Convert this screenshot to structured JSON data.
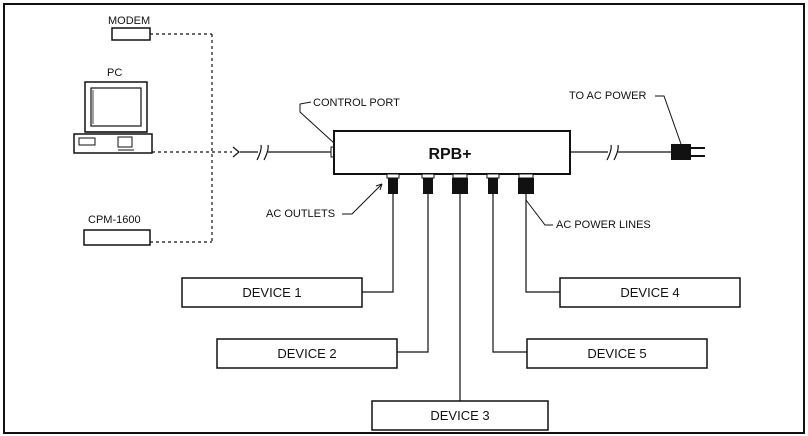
{
  "labels": {
    "modem": "MODEM",
    "pc": "PC",
    "cpm": "CPM-1600",
    "control_port": "CONTROL PORT",
    "rpb": "RPB+",
    "to_ac_power": "TO AC POWER",
    "ac_outlets": "AC OUTLETS",
    "ac_power_lines": "AC POWER LINES"
  },
  "devices": [
    "DEVICE 1",
    "DEVICE 2",
    "DEVICE 3",
    "DEVICE 4",
    "DEVICE 5"
  ]
}
